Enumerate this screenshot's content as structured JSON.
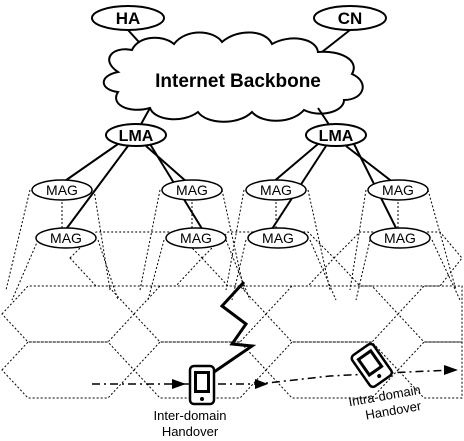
{
  "nodes": {
    "ha": "HA",
    "cn": "CN",
    "backbone": "Internet Backbone",
    "lma_left": "LMA",
    "lma_right": "LMA",
    "mag_top": [
      "MAG",
      "MAG",
      "MAG",
      "MAG"
    ],
    "mag_bottom": [
      "MAG",
      "MAG",
      "MAG",
      "MAG"
    ]
  },
  "annotations": {
    "inter_line1": "Inter-domain",
    "inter_line2": "Handover",
    "intra_line1": "Intra-domain",
    "intra_line2": "Handover"
  }
}
